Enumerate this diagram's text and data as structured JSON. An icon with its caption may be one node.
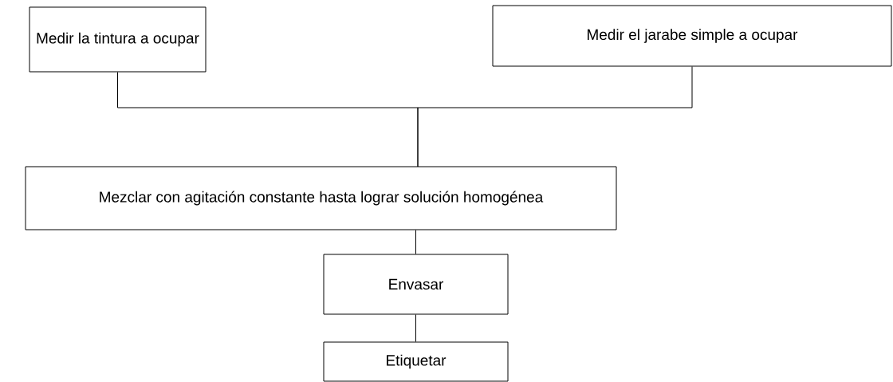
{
  "diagram": {
    "nodes": [
      {
        "text": [
          "Medir la tintura a ocupar"
        ]
      },
      {
        "text": [
          "Medir el jarabe simple a ocupar"
        ]
      },
      {
        "text": [
          "Mezclar con agitación constante hasta lograr solución homogénea"
        ]
      },
      {
        "text": [
          "Envasar"
        ]
      },
      {
        "text": [
          "Etiquetar"
        ]
      }
    ],
    "edges": [
      {
        "from": 0,
        "to": 2,
        "arrow": "none"
      },
      {
        "from": 1,
        "to": 2,
        "arrow": "none"
      },
      {
        "from": 2,
        "to": 3,
        "arrow": "none"
      },
      {
        "from": 3,
        "to": 4,
        "arrow": "none"
      }
    ]
  }
}
